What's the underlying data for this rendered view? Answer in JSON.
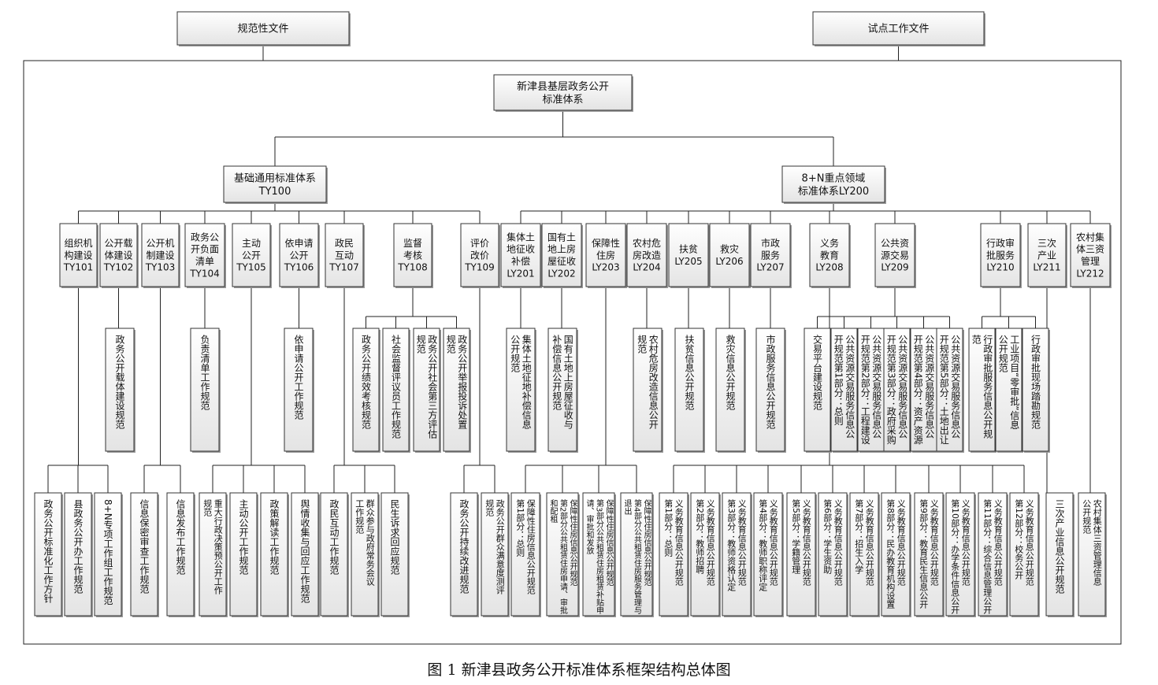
{
  "caption": "图 1  新津县政务公开标准体系框架结构总体图",
  "top_docs": [
    {
      "id": "guifan",
      "lines": [
        "规范性文件"
      ]
    },
    {
      "id": "shidian",
      "lines": [
        "试点工作文件"
      ]
    }
  ],
  "root": {
    "lines": [
      "新津县基层政务公开",
      "标准体系"
    ]
  },
  "l1": [
    {
      "id": "TY100",
      "lines": [
        "基础通用标准体系",
        "TY100"
      ]
    },
    {
      "id": "LY200",
      "lines": [
        "8+N重点领域",
        "标准体系LY200"
      ]
    }
  ],
  "l2": [
    {
      "id": "TY101",
      "lines": [
        "组织机",
        "构建设",
        "TY101"
      ]
    },
    {
      "id": "TY102",
      "lines": [
        "公开载",
        "体建设",
        "TY102"
      ]
    },
    {
      "id": "TY103",
      "lines": [
        "公开机",
        "制建设",
        "TY103"
      ]
    },
    {
      "id": "TY104",
      "lines": [
        "政务公",
        "开负面",
        "清单",
        "TY104"
      ]
    },
    {
      "id": "TY105",
      "lines": [
        "主动",
        "公开",
        "TY105"
      ]
    },
    {
      "id": "TY106",
      "lines": [
        "依申请",
        "公开",
        "TY106"
      ]
    },
    {
      "id": "TY107",
      "lines": [
        "政民",
        "互动",
        "TY107"
      ]
    },
    {
      "id": "TY108",
      "lines": [
        "监督",
        "考核",
        "TY108"
      ]
    },
    {
      "id": "TY109",
      "lines": [
        "评价",
        "改价",
        "TY109"
      ]
    },
    {
      "id": "LY201",
      "lines": [
        "集体土",
        "地征收",
        "补偿",
        "LY201"
      ]
    },
    {
      "id": "LY202",
      "lines": [
        "国有土",
        "地上房",
        "屋征收",
        "LY202"
      ]
    },
    {
      "id": "LY203",
      "lines": [
        "保障性",
        "住房",
        "LY203"
      ]
    },
    {
      "id": "LY204",
      "lines": [
        "农村危",
        "房改造",
        "LY204"
      ]
    },
    {
      "id": "LY205",
      "lines": [
        "扶贫",
        "LY205"
      ]
    },
    {
      "id": "LY206",
      "lines": [
        "救灾",
        "LY206"
      ]
    },
    {
      "id": "LY207",
      "lines": [
        "市政",
        "服务",
        "LY207"
      ]
    },
    {
      "id": "LY208",
      "lines": [
        "义务",
        "教育",
        "LY208"
      ]
    },
    {
      "id": "LY209",
      "lines": [
        "公共资",
        "源交易",
        "LY209"
      ]
    },
    {
      "id": "LY210",
      "lines": [
        "行政审",
        "批服务",
        "LY210"
      ]
    },
    {
      "id": "LY211",
      "lines": [
        "三次",
        "产业",
        "LY211"
      ]
    },
    {
      "id": "LY212",
      "lines": [
        "农村集",
        "体三资",
        "管理",
        "LY212"
      ]
    }
  ],
  "mid": [
    {
      "id": "m102",
      "cols": [
        "政务公开载体建设规范"
      ]
    },
    {
      "id": "m104",
      "cols": [
        "负责清单工作规范"
      ]
    },
    {
      "id": "m106",
      "cols": [
        "依申请公开工作规范"
      ]
    },
    {
      "id": "m108a",
      "cols": [
        "政务公开绩效考核规范"
      ]
    },
    {
      "id": "m108b",
      "cols": [
        "社会监督评议员工作规范"
      ]
    },
    {
      "id": "m108c",
      "cols": [
        "政务公开社会第三方评估",
        "规范"
      ]
    },
    {
      "id": "m108d",
      "cols": [
        "政务公开举报投诉处置",
        "规范"
      ]
    },
    {
      "id": "m201",
      "cols": [
        "集体土地征地补偿信息",
        "公开规范"
      ]
    },
    {
      "id": "m202",
      "cols": [
        "国有土地上房屋征收与",
        "补偿信息公开规范"
      ]
    },
    {
      "id": "m204",
      "cols": [
        "农村危房改造信息公开",
        "规范"
      ]
    },
    {
      "id": "m205",
      "cols": [
        "扶贫信息公开规范"
      ]
    },
    {
      "id": "m206",
      "cols": [
        "救灾信息公开规范"
      ]
    },
    {
      "id": "m207",
      "cols": [
        "市政服务信息公开规范"
      ]
    },
    {
      "id": "m209a",
      "cols": [
        "交易平台建设规范"
      ]
    },
    {
      "id": "m209b",
      "cols": [
        "公共资源交易服务信息公",
        "开规范第1部分：总则"
      ]
    },
    {
      "id": "m209c",
      "cols": [
        "公共资源交易服务信息公",
        "开规范第2部分：工程建设"
      ]
    },
    {
      "id": "m209d",
      "cols": [
        "公共资源交易服务信息公",
        "开规范第3部分：政府采购"
      ]
    },
    {
      "id": "m209e",
      "cols": [
        "公共资源交易服务信息公",
        "开规范第4部分：资产资源"
      ]
    },
    {
      "id": "m209f",
      "cols": [
        "公共资源交易服务信息公",
        "开规范第5部分：土地出让"
      ]
    },
    {
      "id": "m210a",
      "cols": [
        "行政审批服务信息公开规",
        "范"
      ]
    },
    {
      "id": "m210b",
      "cols": [
        "工业项目“零审批”信息",
        "公开规范"
      ]
    },
    {
      "id": "m210c",
      "cols": [
        "行政审批现场踏勘规范"
      ]
    }
  ],
  "bottom": [
    {
      "id": "b101a",
      "cols": [
        "政务公开标准化工作方针"
      ]
    },
    {
      "id": "b101b",
      "cols": [
        "县政务公开办工作规范"
      ]
    },
    {
      "id": "b101c",
      "cols": [
        "8+N专项工作组工作规范"
      ]
    },
    {
      "id": "b103a",
      "cols": [
        "信息保密审查工作规范"
      ]
    },
    {
      "id": "b103b",
      "cols": [
        "信息发布工作规范"
      ]
    },
    {
      "id": "b105a",
      "cols": [
        "重大行政决策预公开工作",
        "规范"
      ]
    },
    {
      "id": "b105b",
      "cols": [
        "主动公开工作规范"
      ]
    },
    {
      "id": "b105c",
      "cols": [
        "政策解读工作规范"
      ]
    },
    {
      "id": "b105d",
      "cols": [
        "舆情收集与回应工作规范"
      ]
    },
    {
      "id": "b107a",
      "cols": [
        "政民互动工作规范"
      ]
    },
    {
      "id": "b107b",
      "cols": [
        "群众参与政府常务会议",
        "工作规范"
      ]
    },
    {
      "id": "b107c",
      "cols": [
        "民生诉求回应规范"
      ]
    },
    {
      "id": "b109a",
      "cols": [
        "政务公开持续改进规范"
      ]
    },
    {
      "id": "b109b",
      "cols": [
        "政务公开群众满意度测评",
        "规范"
      ]
    },
    {
      "id": "b203a",
      "cols": [
        "保障性住房信息公开规范",
        "第1部分：总则"
      ]
    },
    {
      "id": "b203b",
      "cols": [
        "保障性住房信息公开规范",
        "第2部分公共租赁住房申请、审批",
        "和配租"
      ]
    },
    {
      "id": "b203c",
      "cols": [
        "保障性住房信息公开规范",
        "第3部分公共租赁住房租赁补贴申",
        "请、审批和发放"
      ]
    },
    {
      "id": "b203d",
      "cols": [
        "保障性住房信息公开规范",
        "第4部分公共租赁住房服务管理与",
        "退出"
      ]
    },
    {
      "id": "b208a",
      "cols": [
        "义务教育信息公开规范",
        "第1部分：总则"
      ]
    },
    {
      "id": "b208b",
      "cols": [
        "义务教育信息公开规范",
        "第2部分：教师招聘"
      ]
    },
    {
      "id": "b208c",
      "cols": [
        "义务教育信息公开规范",
        "第3部分：教师资格认定"
      ]
    },
    {
      "id": "b208d",
      "cols": [
        "义务教育信息公开规范",
        "第4部分：教师职称评定"
      ]
    },
    {
      "id": "b208e",
      "cols": [
        "义务教育信息公开规范",
        "第5部分：学籍管理"
      ]
    },
    {
      "id": "b208f",
      "cols": [
        "义务教育信息公开规范",
        "第6部分：学生资助"
      ]
    },
    {
      "id": "b208g",
      "cols": [
        "义务教育信息公开规范",
        "第7部分：招生入学"
      ]
    },
    {
      "id": "b208h",
      "cols": [
        "义务教育信息公开规范",
        "第8部分：民办教育机构设置"
      ]
    },
    {
      "id": "b208i",
      "cols": [
        "义务教育信息公开规范",
        "第9部分：教育民生信息公开"
      ]
    },
    {
      "id": "b208j",
      "cols": [
        "义务教育信息公开规范",
        "第10部分：办学条件信息公开"
      ]
    },
    {
      "id": "b208k",
      "cols": [
        "义务教育信息公开规范",
        "第11部分：综合信息管理公开"
      ]
    },
    {
      "id": "b208l",
      "cols": [
        "义务教育信息公开规范",
        "第12部分：校务公开"
      ]
    },
    {
      "id": "b211",
      "cols": [
        "三次产业信息公开规范"
      ]
    },
    {
      "id": "b212",
      "cols": [
        "农村集体三资管理信息",
        "公开规范"
      ]
    }
  ]
}
